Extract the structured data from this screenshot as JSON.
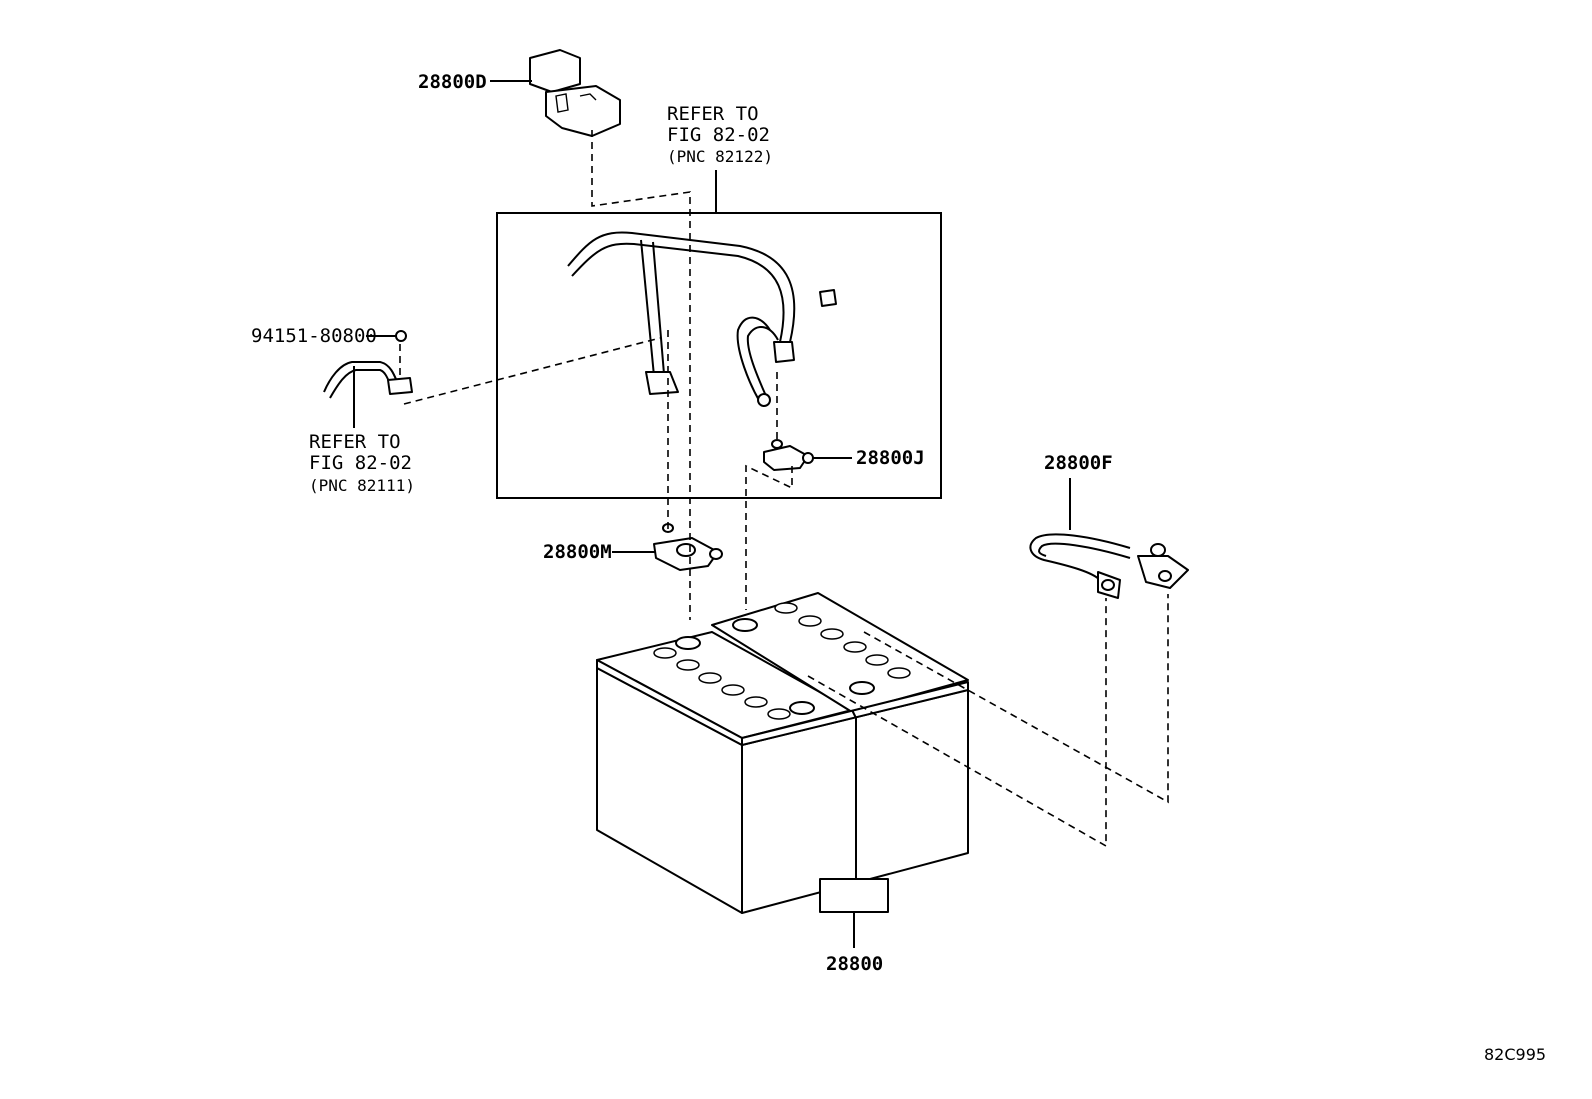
{
  "parts": {
    "p28800D": "28800D",
    "p28800J": "28800J",
    "p28800M": "28800M",
    "p28800F": "28800F",
    "p28800": "28800",
    "p94151": "94151-80800"
  },
  "refs": {
    "top": {
      "line1": "REFER TO",
      "line2": "FIG 82-02",
      "line3": "(PNC 82122)"
    },
    "left": {
      "line1": "REFER TO",
      "line2": "FIG 82-02",
      "line3": "(PNC 82111)"
    }
  },
  "figure_code": "82C995"
}
